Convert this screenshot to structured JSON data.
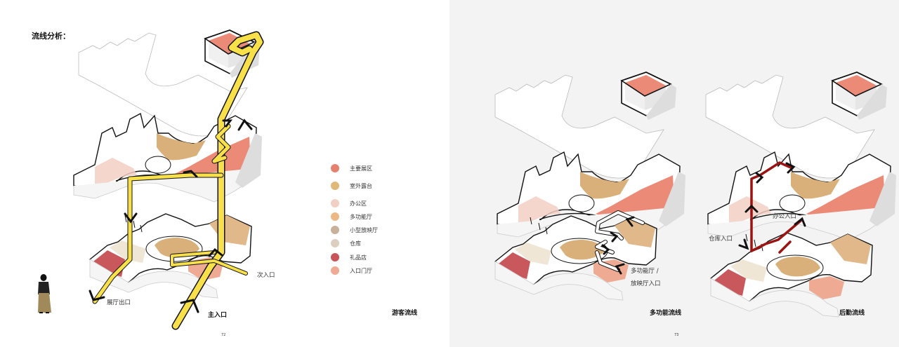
{
  "left_page": {
    "title": "流线分析：",
    "caption": "游客流线",
    "page_number": "72",
    "labels": {
      "exhibit_exit": "展厅出口",
      "main_entrance": "主入口",
      "secondary_entrance": "次入口"
    },
    "legend": [
      {
        "label": "主要展区",
        "color": "#e8806f"
      },
      {
        "label": "室外露台",
        "color": "#e0b878"
      },
      {
        "label": "办公区",
        "color": "#f2cfc4"
      },
      {
        "label": "多功能厅",
        "color": "#ecb886"
      },
      {
        "label": "小型放映厅",
        "color": "#c9b09a"
      },
      {
        "label": "仓库",
        "color": "#dccfbf"
      },
      {
        "label": "礼品店",
        "color": "#c8545a"
      },
      {
        "label": "入口门厅",
        "color": "#eeaa92"
      }
    ],
    "route_color": "#f7e04a"
  },
  "right_page": {
    "page_number": "73",
    "diagrams": [
      {
        "caption": "多功能流线",
        "labels": {
          "entrance": "多功能厅 /",
          "entrance_line2": "放映厅入口"
        },
        "route_color": "#ffffff"
      },
      {
        "caption": "后勤流线",
        "labels": {
          "office_entrance": "办公入口",
          "storage_entrance": "仓库入口"
        },
        "route_color": "#9b1414"
      }
    ]
  },
  "colors": {
    "exhibit": "#ec8a78",
    "terrace": "#dcb27c",
    "office": "#f2d0c4",
    "giftshop": "#c8585c",
    "wall": "#111111",
    "page_right_bg": "#f3f3f3"
  }
}
